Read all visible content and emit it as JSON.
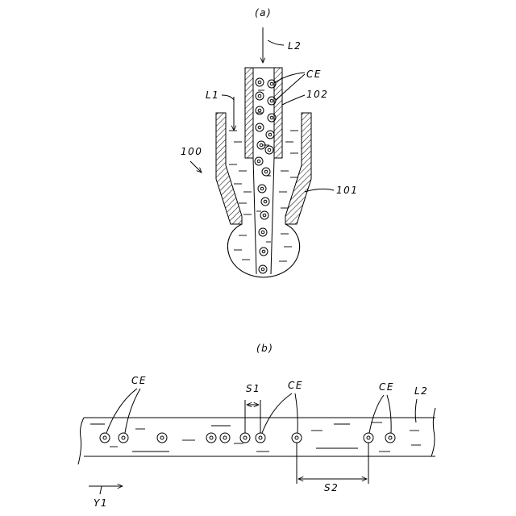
{
  "panel_a": {
    "caption": "(a)",
    "inner_flow_label": "L2",
    "outer_flow_label": "L1",
    "cell_label": "CE",
    "inner_tube_label": "102",
    "device_label": "100",
    "outer_tube_label": "101"
  },
  "panel_b": {
    "caption": "(b)",
    "cell_labels": [
      "CE",
      "CE",
      "CE"
    ],
    "spacing_small_label": "S1",
    "spacing_large_label": "S2",
    "liquid_label": "L2",
    "direction_label": "Y1"
  }
}
